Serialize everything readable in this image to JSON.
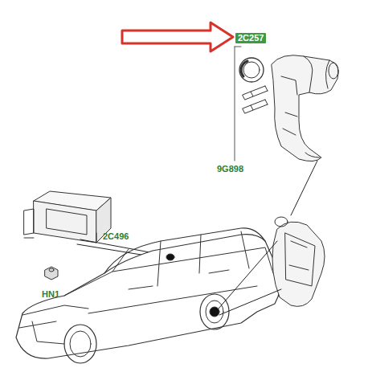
{
  "diagram": {
    "labels": [
      "2C257",
      "9G898",
      "2C496",
      "HN1"
    ]
  }
}
